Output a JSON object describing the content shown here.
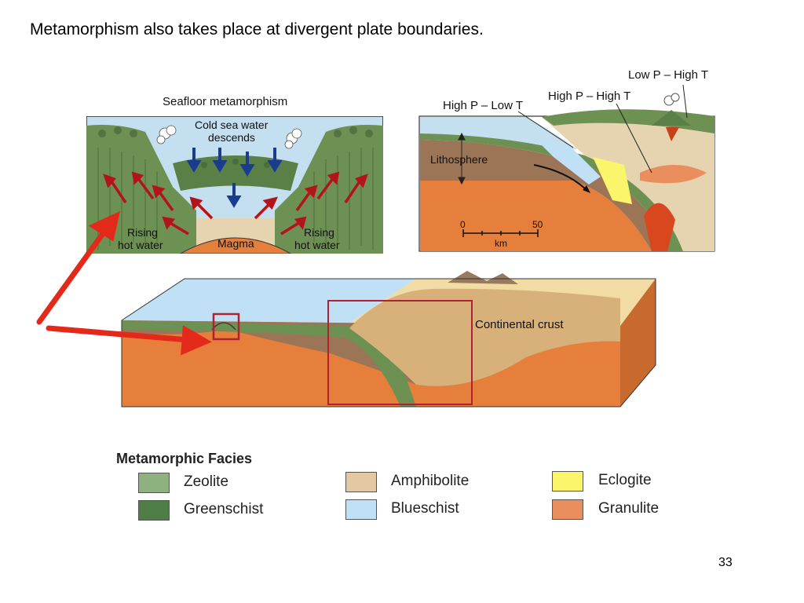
{
  "slide": {
    "title": "Metamorphism also takes place at divergent plate boundaries.",
    "page_number": "33"
  },
  "seafloor_diagram": {
    "title": "Seafloor metamorphism",
    "cold_water": "Cold sea water\ndescends",
    "cold_water_line1": "Cold sea water",
    "cold_water_line2": "descends",
    "rising_left_1": "Rising",
    "rising_left_2": "hot water",
    "magma": "Magma",
    "rising_right_1": "Rising",
    "rising_right_2": "hot water"
  },
  "subduction_diagram": {
    "label_low_p_high_t": "Low P – High T",
    "label_high_p_high_t": "High P – High T",
    "label_high_p_low_t": "High P – Low T",
    "lithosphere": "Lithosphere",
    "scale_0": "0",
    "scale_50": "50",
    "scale_unit": "km"
  },
  "block_diagram": {
    "continental_crust": "Continental crust"
  },
  "legend": {
    "title": "Metamorphic Facies",
    "items": [
      {
        "name": "Zeolite",
        "color": "#8fb07f"
      },
      {
        "name": "Greenschist",
        "color": "#4e7d45"
      },
      {
        "name": "Amphibolite",
        "color": "#e3c9a3"
      },
      {
        "name": "Blueschist",
        "color": "#bfe0f5"
      },
      {
        "name": "Eclogite",
        "color": "#fbf56b"
      },
      {
        "name": "Granulite",
        "color": "#ea8e5e"
      }
    ]
  },
  "colors": {
    "arrow_red": "#e3291a",
    "frame_red": "#b22035"
  }
}
